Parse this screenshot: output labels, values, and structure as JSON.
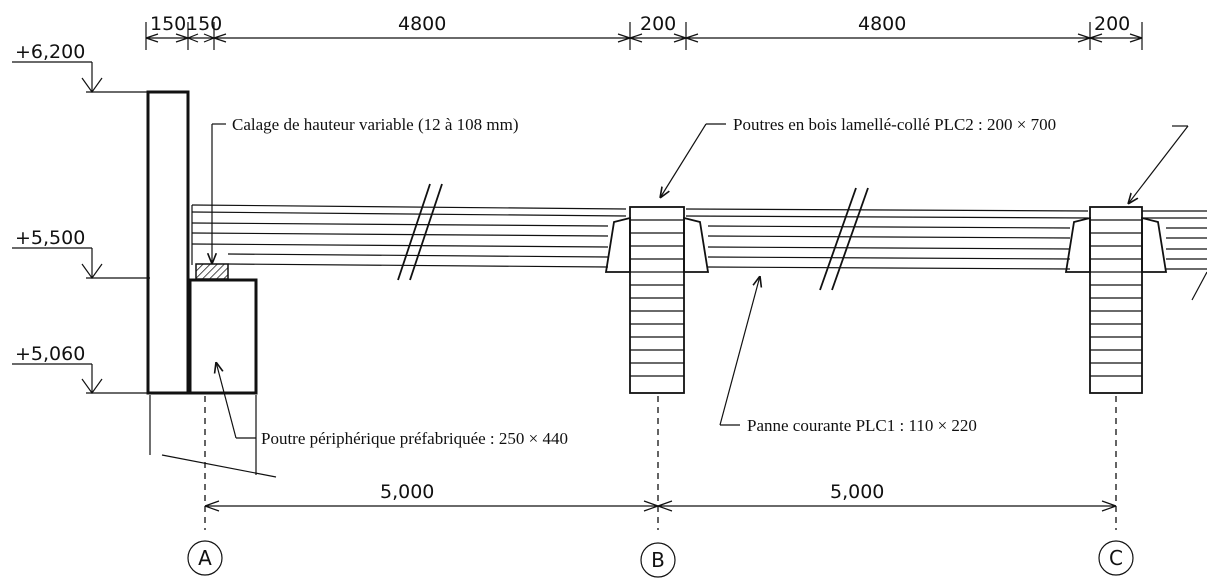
{
  "top_dimensions": [
    "150",
    "150",
    "4800",
    "200",
    "4800",
    "200"
  ],
  "levels": [
    "+6,200",
    "+5,500",
    "+5,060"
  ],
  "annotations": {
    "shim": "Calage de hauteur variable (12 à 108 mm)",
    "glulam_beams": "Poutres en bois lamellé-collé PLC2 : 200 × 700",
    "purlin": "Panne courante PLC1 : 110 × 220",
    "edge_beam": "Poutre périphérique préfabriquée : 250 × 440"
  },
  "bottom_dimensions": [
    "5,000",
    "5,000"
  ],
  "axes": [
    "A",
    "B",
    "C"
  ]
}
